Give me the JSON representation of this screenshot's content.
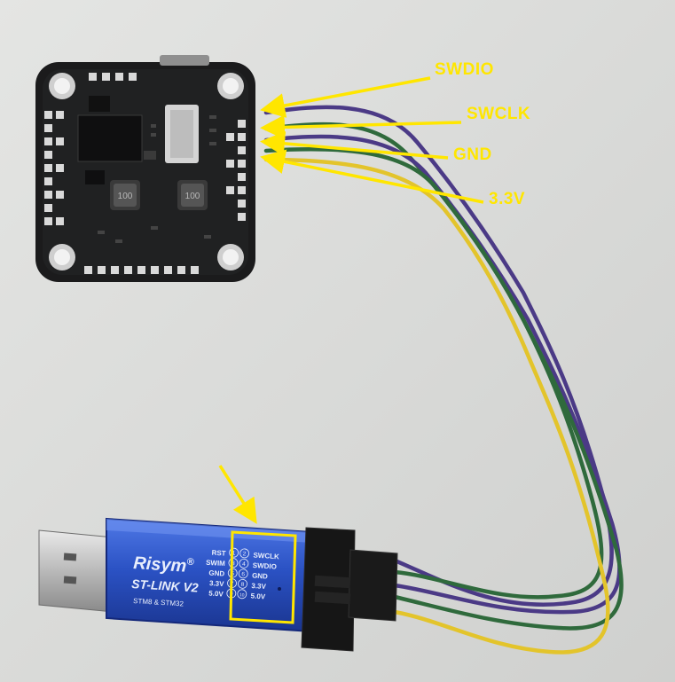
{
  "annotations": {
    "swdio": "SWDIO",
    "swclk": "SWCLK",
    "gnd": "GND",
    "v33": "3.3V"
  },
  "flight_controller": {
    "inductor_a": "100",
    "inductor_b": "100"
  },
  "stlink": {
    "brand": "Risym",
    "registered": "®",
    "model": "ST-LINK V2",
    "subtitle": "STM8 & STM32",
    "left_pins": [
      "RST",
      "SWIM",
      "GND",
      "3.3V",
      "5.0V"
    ],
    "right_pins": [
      "SWCLK",
      "SWDIO",
      "GND",
      "3.3V",
      "5.0V"
    ],
    "left_nums": [
      "1",
      "3",
      "5",
      "7",
      "9"
    ],
    "right_nums": [
      "2",
      "4",
      "6",
      "8",
      "10"
    ]
  },
  "colors": {
    "annotation": "#ffe600",
    "wire_purple": "#4b3a86",
    "wire_green": "#2f6a3c",
    "wire_yellow": "#e3c42b",
    "stlink_body": "#2a4fc0",
    "board": "#1b1b1c"
  }
}
